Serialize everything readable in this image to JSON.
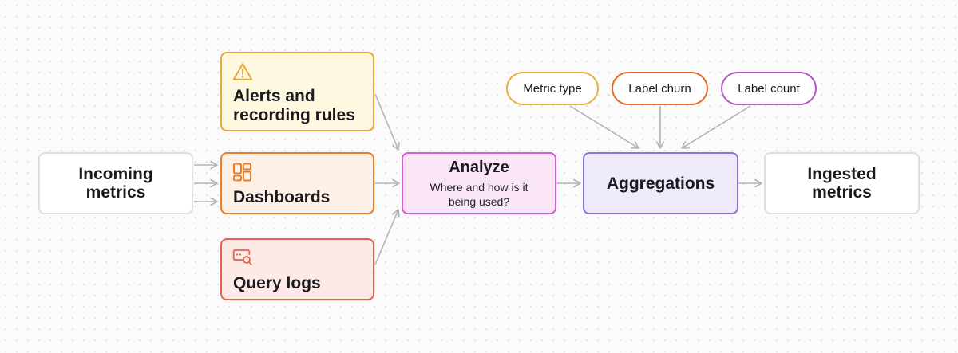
{
  "incoming": {
    "title": "Incoming metrics"
  },
  "sources": {
    "alerts": {
      "title": "Alerts and recording rules",
      "icon": "warning-triangle-icon",
      "color": "#e6a83a"
    },
    "dashboards": {
      "title": "Dashboards",
      "icon": "dashboard-grid-icon",
      "color": "#ec7b26"
    },
    "query_logs": {
      "title": "Query logs",
      "icon": "search-log-icon",
      "color": "#e4604a"
    }
  },
  "analyze": {
    "title": "Analyze",
    "subtitle": "Where and how is it being used?",
    "color": "#d75bd6"
  },
  "aggregations": {
    "title": "Aggregations",
    "color": "#8a72d6"
  },
  "ingested": {
    "title": "Ingested metrics"
  },
  "factors": [
    {
      "label": "Metric type",
      "color": "#e6b23e"
    },
    {
      "label": "Label churn",
      "color": "#e06a26"
    },
    {
      "label": "Label count",
      "color": "#b656c6"
    }
  ],
  "colors": {
    "connector": "#b2b2bb",
    "neutral_border": "#dedee2"
  }
}
